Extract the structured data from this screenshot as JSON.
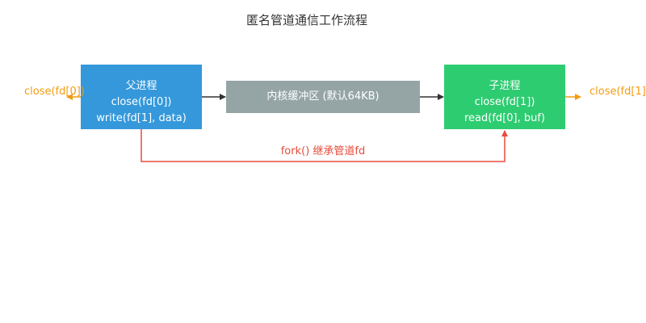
{
  "title": "匿名管道通信工作流程",
  "parent": {
    "name": "父进程",
    "line1": "close(fd[0])",
    "line2": "write(fd[1], data)"
  },
  "kernel": {
    "label": "内核缓冲区 (默认64KB)"
  },
  "child": {
    "name": "子进程",
    "line1": "close(fd[1])",
    "line2": "read(fd[0], buf)"
  },
  "left_close": "close(fd[0])",
  "right_close": "close(fd[1]",
  "fork_label": "fork() 继承管道fd",
  "colors": {
    "parent": "#3498db",
    "kernel": "#95a5a6",
    "child": "#2ecc71",
    "close": "#f39c12",
    "fork": "#e74c3c",
    "flow": "#333333"
  }
}
